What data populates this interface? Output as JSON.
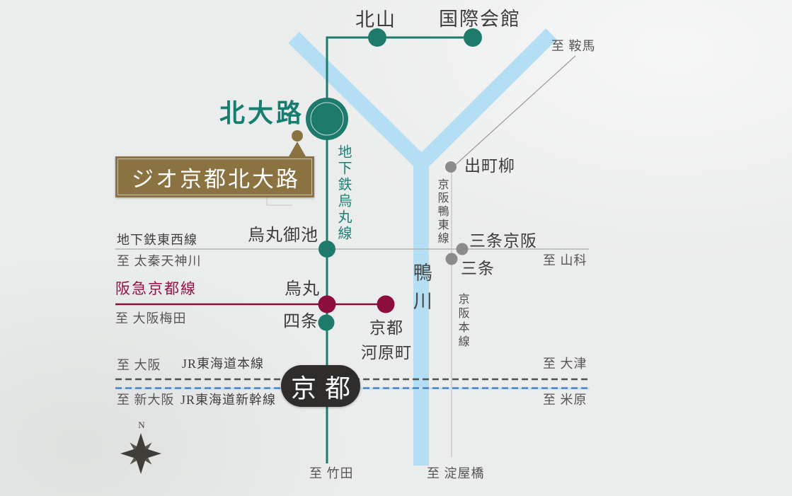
{
  "property_badge": {
    "label": "ジオ京都北大路"
  },
  "stations": {
    "kitayama": "北山",
    "kokusai_kaikan": "国際会館",
    "kitaoji": "北大路",
    "demachiyanagi": "出町柳",
    "karasuma_oike": "烏丸御池",
    "sanjo_keihan": "三条京阪",
    "sanjo": "三条",
    "karasuma": "烏丸",
    "shijo": "四条",
    "kyoto_kawaramachi_line1": "京都",
    "kyoto_kawaramachi_line2": "河原町",
    "kyoto": "京都"
  },
  "lines": {
    "subway_karasuma": "地下鉄烏丸線",
    "subway_tozai": "地下鉄東西線",
    "hankyu_kyoto": "阪急京都線",
    "keihan_oto": "京阪鴨東線",
    "keihan_main": "京阪本線",
    "jr_tokaido_main": "JR東海道本線",
    "jr_tokaido_shinkansen": "JR東海道新幹線"
  },
  "destinations": {
    "kurama": "至 鞍馬",
    "uzumasa_tenjingawa": "至 太秦天神川",
    "yamashina": "至 山科",
    "osaka_umeda": "至 大阪梅田",
    "osaka": "至 大阪",
    "otsu": "至 大津",
    "shin_osaka": "至 新大阪",
    "maibara": "至 米原",
    "takeda": "至 竹田",
    "yodoyabashi": "至 淀屋橋"
  },
  "river": {
    "name": "鴨川"
  },
  "compass": {
    "north_label": "N"
  },
  "colors": {
    "teal_line": "#1E7A6B",
    "teal_text": "#1B8276",
    "maroon": "#8C0E3D",
    "river_blue": "#B4DEF3",
    "gold": "#8A7340",
    "dark_text": "#3C3C3C",
    "secondary_text": "#565656",
    "gray_line": "#B5B5B5",
    "gray_dot": "#8B8B8B",
    "jr_dashed_dark": "#4E5356",
    "shinkansen_blue": "#3C79BA",
    "kyoto_badge_bg": "#2E2D2B"
  }
}
